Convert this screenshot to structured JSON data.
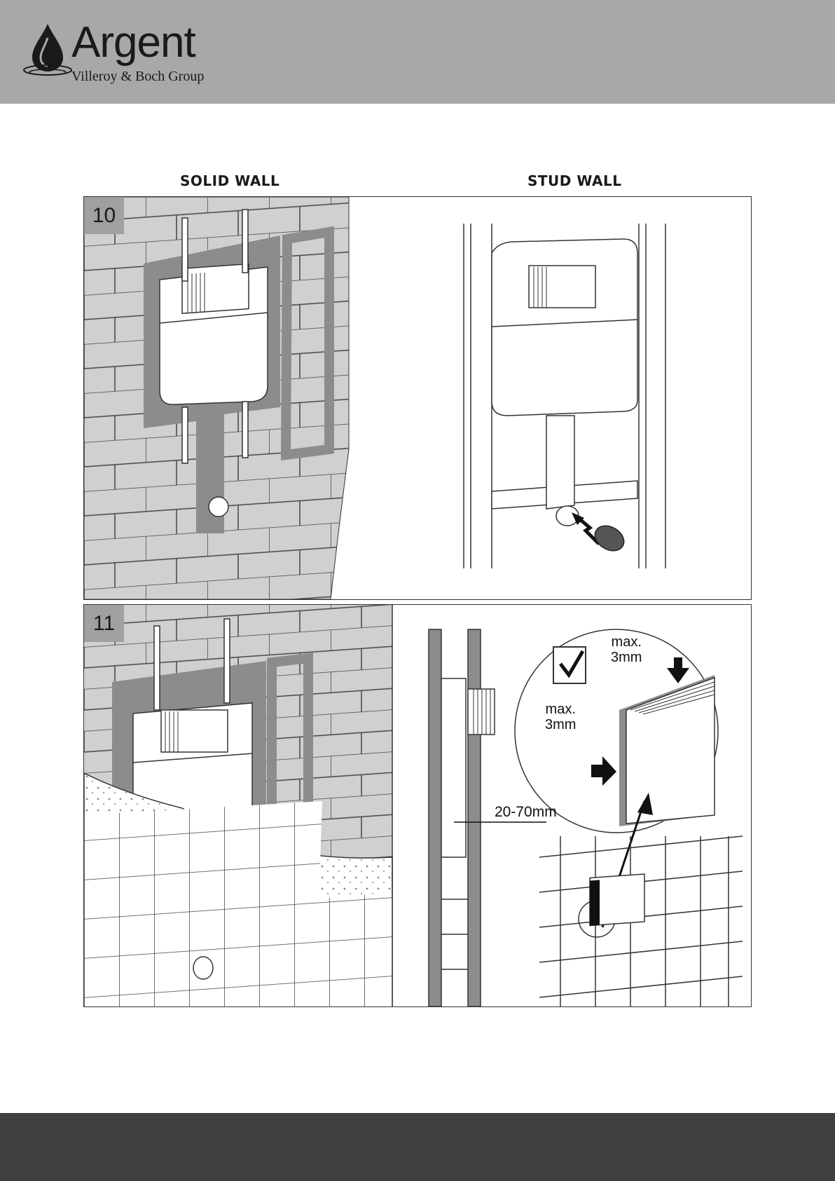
{
  "header": {
    "brand": "Argent",
    "subtitle": "Villeroy & Boch Group",
    "background": "#a8a8a8"
  },
  "columns": {
    "left_title": "SOLID WALL",
    "right_title": "STUD WALL"
  },
  "steps": [
    {
      "number": "10"
    },
    {
      "number": "11"
    }
  ],
  "annotations": {
    "max_label_1": "max.",
    "max_value_1": "3mm",
    "max_label_2": "max.",
    "max_value_2": "3mm",
    "depth_range": "20-70mm"
  },
  "icons": [
    "argent-drop-logo-icon",
    "checkmark-icon",
    "push-arrow-icon"
  ],
  "footer": {
    "background": "#404040"
  }
}
